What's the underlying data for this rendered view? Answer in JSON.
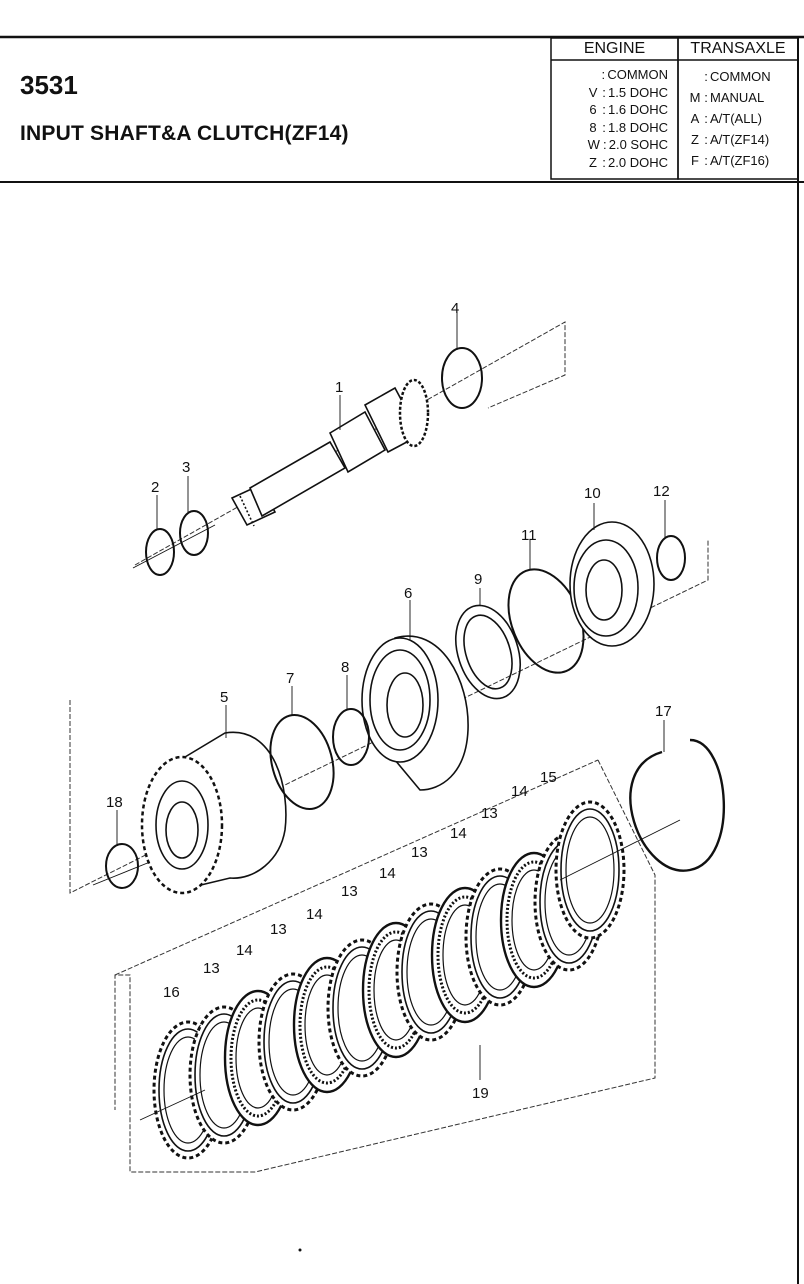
{
  "header": {
    "code": "3531",
    "title": "INPUT SHAFT&A CLUTCH(ZF14)"
  },
  "engine_table": {
    "heading": "ENGINE",
    "rows": [
      {
        "key": "",
        "value": "COMMON"
      },
      {
        "key": "V",
        "value": "1.5 DOHC"
      },
      {
        "key": "6",
        "value": "1.6 DOHC"
      },
      {
        "key": "8",
        "value": "1.8 DOHC"
      },
      {
        "key": "W",
        "value": "2.0 SOHC"
      },
      {
        "key": "Z",
        "value": "2.0 DOHC"
      }
    ]
  },
  "transaxle_table": {
    "heading": "TRANSAXLE",
    "rows": [
      {
        "key": "",
        "value": "COMMON"
      },
      {
        "key": "M",
        "value": "MANUAL"
      },
      {
        "key": "A",
        "value": "A/T(ALL)"
      },
      {
        "key": "Z",
        "value": "A/T(ZF14)"
      },
      {
        "key": "F",
        "value": "A/T(ZF16)"
      }
    ]
  },
  "part_labels": {
    "p1": "1",
    "p2": "2",
    "p3": "3",
    "p4": "4",
    "p5": "5",
    "p6": "6",
    "p7": "7",
    "p8": "8",
    "p9": "9",
    "p10": "10",
    "p11": "11",
    "p12": "12",
    "p13": "13",
    "p14": "14",
    "p15": "15",
    "p16": "16",
    "p17": "17",
    "p18": "18",
    "p19": "19"
  }
}
